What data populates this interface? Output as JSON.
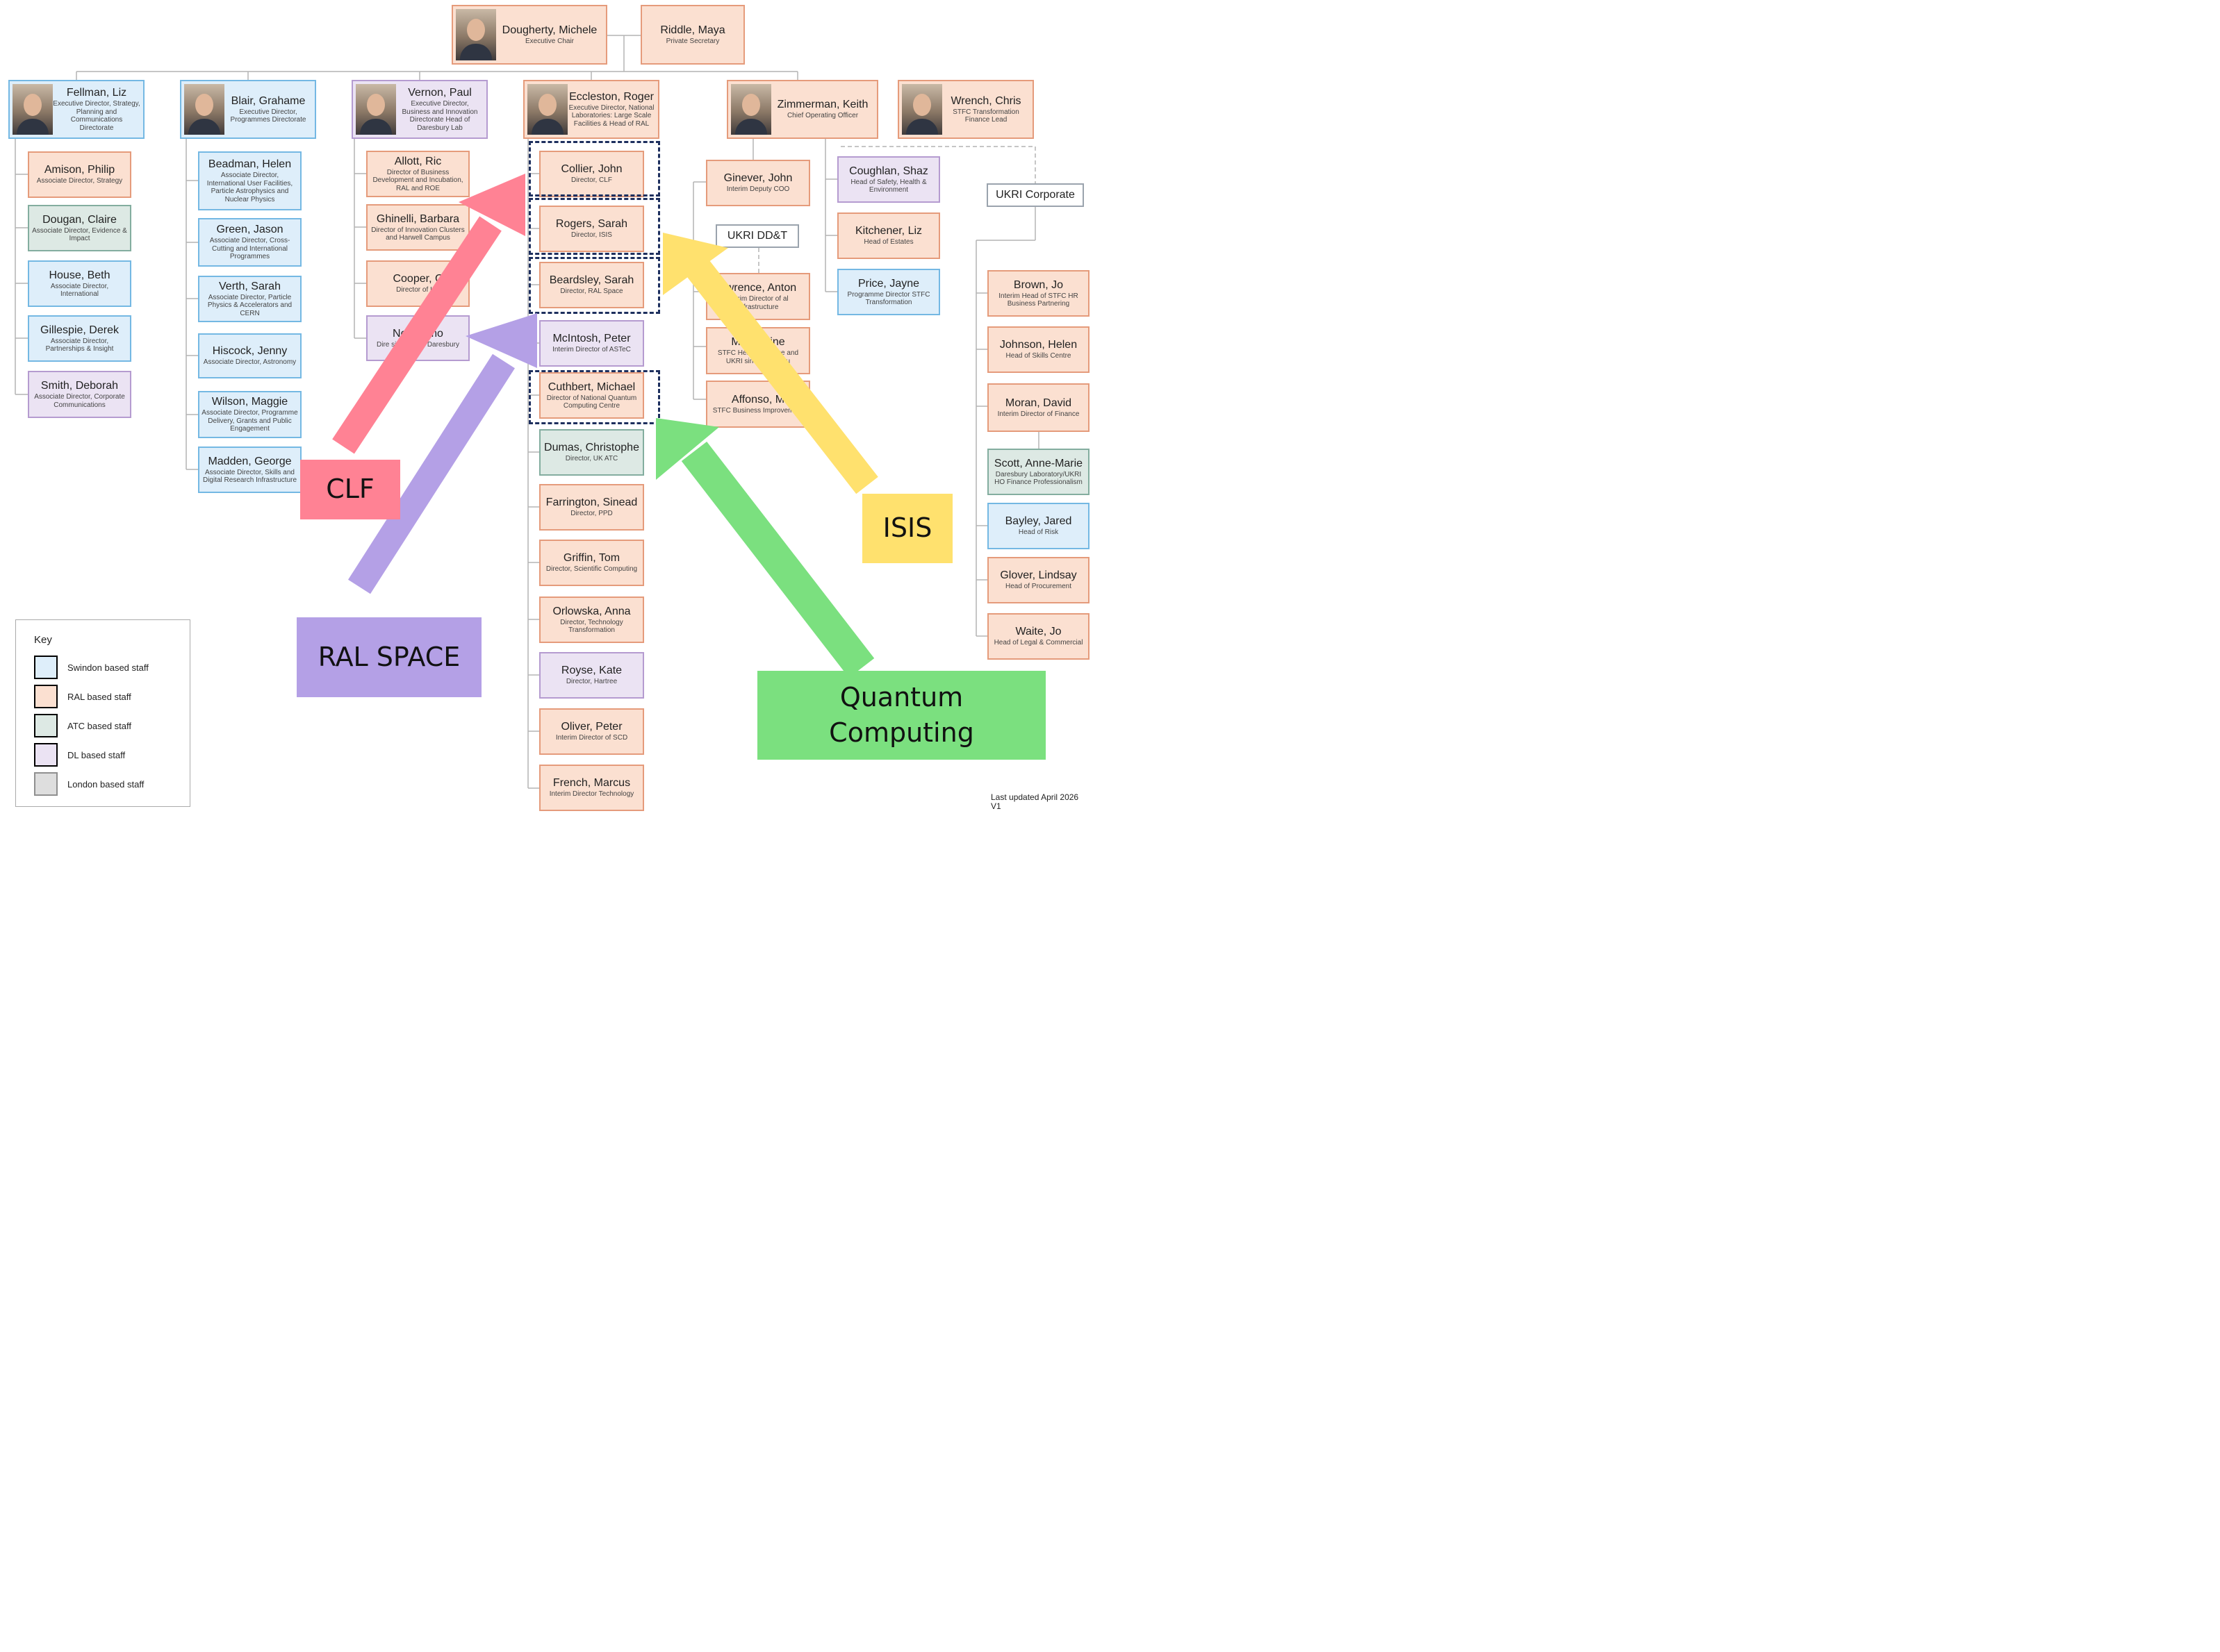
{
  "boxes": [
    {
      "id": "dougherty",
      "name": "Dougherty, Michele",
      "role": "Executive Chair",
      "site": "ral",
      "photo": true
    },
    {
      "id": "riddle",
      "name": "Riddle, Maya",
      "role": "Private Secretary",
      "site": "ral"
    },
    {
      "id": "fellman",
      "name": "Fellman, Liz",
      "role": "Executive Director, Strategy, Planning and Communications Directorate",
      "site": "swindon",
      "photo": true
    },
    {
      "id": "blair",
      "name": "Blair, Grahame",
      "role": "Executive Director, Programmes Directorate",
      "site": "swindon",
      "photo": true
    },
    {
      "id": "vernon",
      "name": "Vernon, Paul",
      "role": "Executive Director, Business and Innovation Directorate Head of Daresbury Lab",
      "site": "dl",
      "photo": true
    },
    {
      "id": "eccleston",
      "name": "Eccleston, Roger",
      "role": "Executive Director, National Laboratories: Large Scale Facilities & Head of RAL",
      "site": "ral",
      "photo": true
    },
    {
      "id": "zimmerman",
      "name": "Zimmerman, Keith",
      "role": "Chief Operating Officer",
      "site": "ral",
      "photo": true
    },
    {
      "id": "wrench",
      "name": "Wrench, Chris",
      "role": "STFC Transformation Finance Lead",
      "site": "ral",
      "photo": true
    },
    {
      "id": "amison",
      "name": "Amison, Philip",
      "role": "Associate Director, Strategy",
      "site": "ral"
    },
    {
      "id": "dougan",
      "name": "Dougan, Claire",
      "role": "Associate Director, Evidence & Impact",
      "site": "atc"
    },
    {
      "id": "house",
      "name": "House, Beth",
      "role": "Associate Director, International",
      "site": "swindon"
    },
    {
      "id": "gillespie",
      "name": "Gillespie, Derek",
      "role": "Associate Director, Partnerships & Insight",
      "site": "swindon"
    },
    {
      "id": "smith",
      "name": "Smith, Deborah",
      "role": "Associate Director, Corporate Communications",
      "site": "dl"
    },
    {
      "id": "beadman",
      "name": "Beadman, Helen",
      "role": "Associate Director, International User Facilities, Particle Astrophysics and Nuclear Physics",
      "site": "swindon"
    },
    {
      "id": "green",
      "name": "Green, Jason",
      "role": "Associate Director, Cross-Cutting and International Programmes",
      "site": "swindon"
    },
    {
      "id": "verth",
      "name": "Verth, Sarah",
      "role": "Associate Director, Particle Physics & Accelerators and CERN",
      "site": "swindon"
    },
    {
      "id": "hiscock",
      "name": "Hiscock, Jenny",
      "role": "Associate Director, Astronomy",
      "site": "swindon"
    },
    {
      "id": "wilson",
      "name": "Wilson, Maggie",
      "role": "Associate Director, Programme Delivery, Grants and Public Engagement",
      "site": "swindon"
    },
    {
      "id": "madden",
      "name": "Madden, George",
      "role": "Associate Director, Skills and Digital Research Infrastructure",
      "site": "swindon"
    },
    {
      "id": "allott",
      "name": "Allott, Ric",
      "role": "Director of Business Development and Incubation, RAL and ROE",
      "site": "ral"
    },
    {
      "id": "ghinelli",
      "name": "Ghinelli, Barbara",
      "role": "Director of Innovation Clusters and Harwell Campus",
      "site": "ral"
    },
    {
      "id": "cooper",
      "name": "Cooper, C",
      "role": "Director of Inn",
      "site": "ral"
    },
    {
      "id": "noro",
      "name": "Noro simo",
      "role": "Dire siness Dev Daresbury",
      "site": "dl"
    },
    {
      "id": "collier",
      "name": "Collier, John",
      "role": "Director, CLF",
      "site": "ral"
    },
    {
      "id": "rogers",
      "name": "Rogers, Sarah",
      "role": "Director, ISIS",
      "site": "ral"
    },
    {
      "id": "beardsley",
      "name": "Beardsley, Sarah",
      "role": "Director, RAL Space",
      "site": "ral"
    },
    {
      "id": "mcintosh",
      "name": "McIntosh, Peter",
      "role": "Interim Director of ASTeC",
      "site": "dl"
    },
    {
      "id": "cuthbert",
      "name": "Cuthbert, Michael",
      "role": "Director of National Quantum Computing Centre",
      "site": "ral"
    },
    {
      "id": "dumas",
      "name": "Dumas, Christophe",
      "role": "Director, UK ATC",
      "site": "atc"
    },
    {
      "id": "farrington",
      "name": "Farrington, Sinead",
      "role": "Director, PPD",
      "site": "ral"
    },
    {
      "id": "griffin",
      "name": "Griffin, Tom",
      "role": "Director, Scientific Computing",
      "site": "ral"
    },
    {
      "id": "orlowska",
      "name": "Orlowska, Anna",
      "role": "Director, Technology Transformation",
      "site": "ral"
    },
    {
      "id": "royse",
      "name": "Royse, Kate",
      "role": "Director, Hartree",
      "site": "dl"
    },
    {
      "id": "oliver",
      "name": "Oliver, Peter",
      "role": "Interim Director of SCD",
      "site": "ral"
    },
    {
      "id": "french",
      "name": "French, Marcus",
      "role": "Interim Director Technology",
      "site": "ral"
    },
    {
      "id": "ginever",
      "name": "Ginever, John",
      "role": "Interim Deputy COO",
      "site": "ral"
    },
    {
      "id": "ukri_ddt",
      "name": "UKRI DD&T",
      "role": "",
      "site": "plain"
    },
    {
      "id": "lawrence",
      "name": "awrence, Anton",
      "role": "nterim Director of al Infrastructure",
      "site": "ral"
    },
    {
      "id": "ma",
      "name": "Ma Justine",
      "role": "STFC Hea Assurance and UKRI siness Continu",
      "site": "ral"
    },
    {
      "id": "affonso",
      "name": "Affonso, M",
      "role": "STFC Business Improvement",
      "site": "ral"
    },
    {
      "id": "coughlan",
      "name": "Coughlan, Shaz",
      "role": "Head of Safety, Health & Environment",
      "site": "dl"
    },
    {
      "id": "kitchener",
      "name": "Kitchener, Liz",
      "role": "Head of Estates",
      "site": "ral"
    },
    {
      "id": "price",
      "name": "Price, Jayne",
      "role": "Programme Director STFC Transformation",
      "site": "swindon"
    },
    {
      "id": "ukri_corporate",
      "name": "UKRI Corporate",
      "role": "",
      "site": "plain"
    },
    {
      "id": "brown",
      "name": "Brown, Jo",
      "role": "Interim Head of STFC HR Business Partnering",
      "site": "ral"
    },
    {
      "id": "johnson",
      "name": "Johnson, Helen",
      "role": "Head of Skills Centre",
      "site": "ral"
    },
    {
      "id": "moran",
      "name": "Moran, David",
      "role": "Interim Director of Finance",
      "site": "ral"
    },
    {
      "id": "scott",
      "name": "Scott, Anne-Marie",
      "role": "Daresbury Laboratory/UKRI HO Finance Professionalism",
      "site": "atc"
    },
    {
      "id": "bayley",
      "name": "Bayley, Jared",
      "role": "Head of Risk",
      "site": "swindon"
    },
    {
      "id": "glover",
      "name": "Glover, Lindsay",
      "role": "Head of Procurement",
      "site": "ral"
    },
    {
      "id": "waite",
      "name": "Waite, Jo",
      "role": "Head of Legal & Commercial",
      "site": "ral"
    }
  ],
  "labels": [
    {
      "id": "clf",
      "text": "CLF"
    },
    {
      "id": "isis",
      "text": "ISIS"
    },
    {
      "id": "ral_space",
      "text": "RAL SPACE"
    },
    {
      "id": "quantum",
      "text": "Quantum Computing"
    }
  ],
  "key": {
    "title": "Key",
    "items": [
      {
        "label": "Swindon based staff",
        "color": "#deeefa"
      },
      {
        "label": "RAL based staff",
        "color": "#fbe0d1"
      },
      {
        "label": "ATC based staff",
        "color": "#dde9e4"
      },
      {
        "label": "DL based staff",
        "color": "#ebe3f3"
      },
      {
        "label": "London based staff",
        "color": "#dedede"
      }
    ]
  },
  "footer": {
    "updated": "Last updated April 2026",
    "version": "V1"
  },
  "colors": {
    "clf": "#ff8294",
    "isis": "#ffe16e",
    "ral_space": "#b4a0e6",
    "quantum": "#7be07f",
    "dashed_outline": "#1d2f5e"
  }
}
